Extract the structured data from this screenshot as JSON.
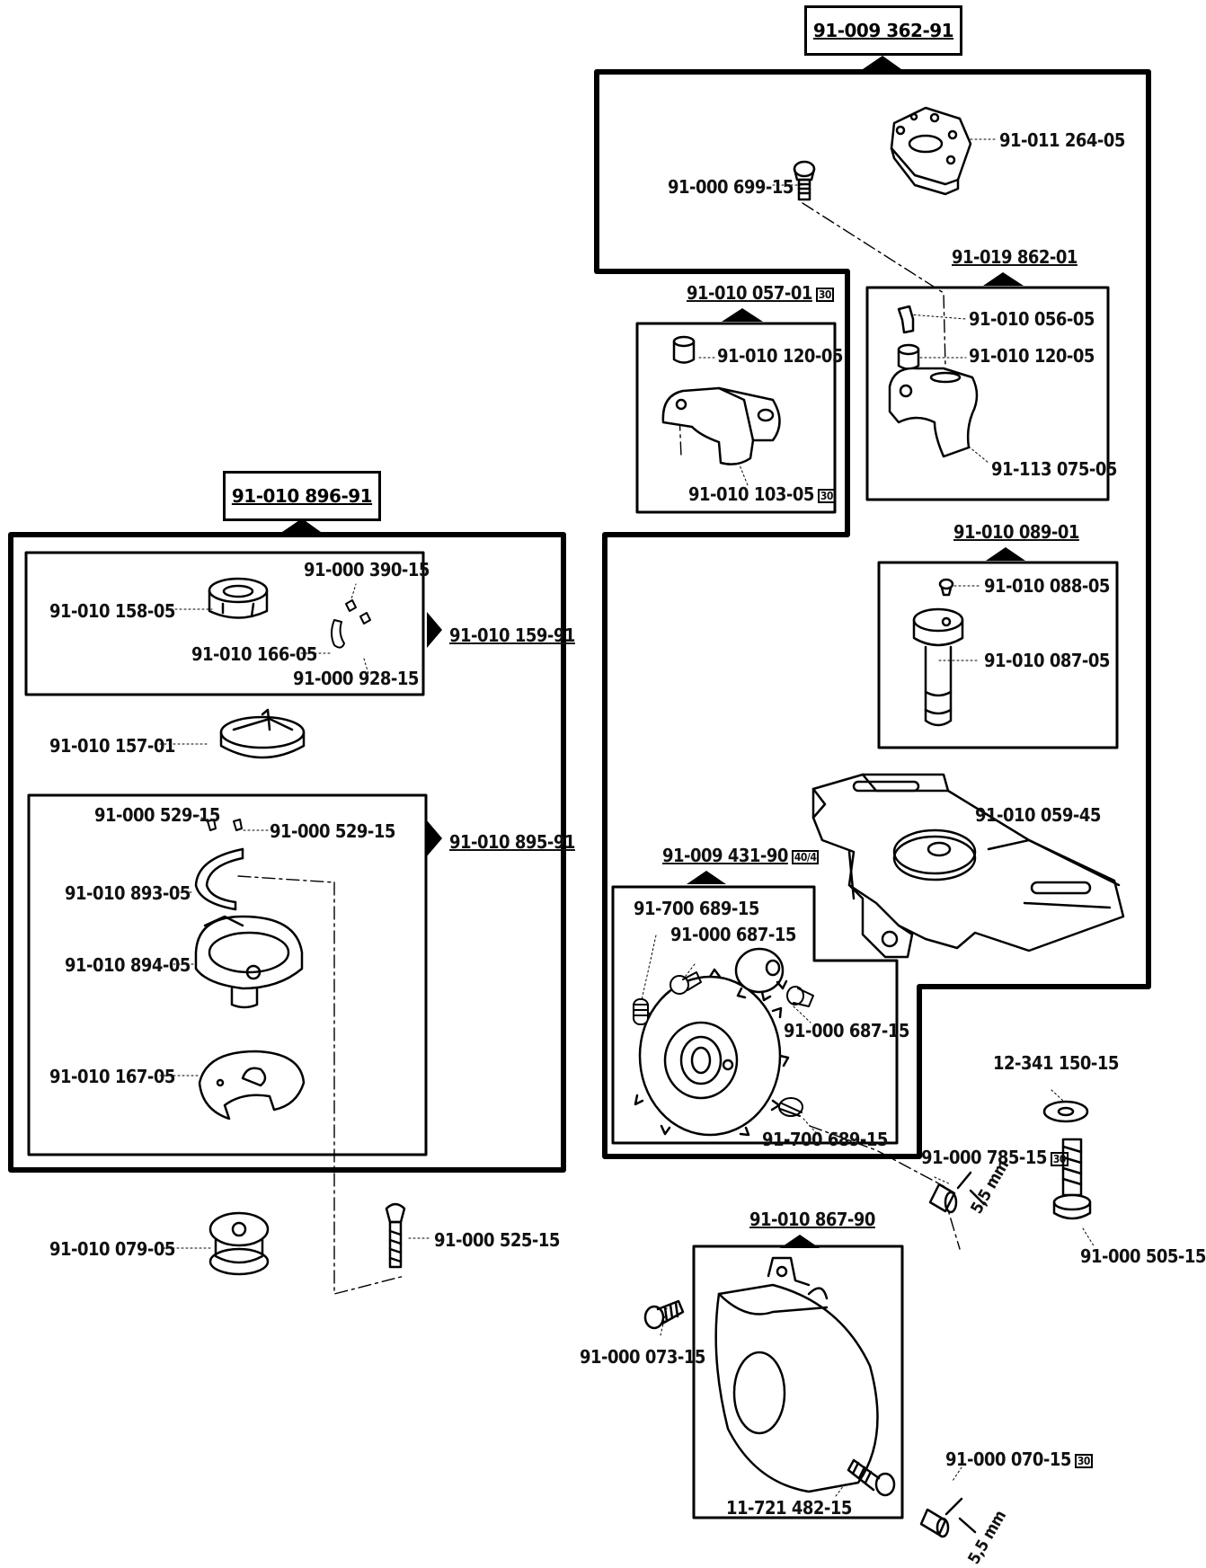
{
  "header_labels": {
    "top": "91-009 362-91",
    "left": "91-010 896-91",
    "g_057": "91-010 057-01",
    "g_862": "91-019 862-01",
    "g_089": "91-010 089-01",
    "g_431": "91-009 431-90",
    "g_867": "91-010 867-90",
    "side_159": "91-010 159-91",
    "side_895": "91-010 895-91"
  },
  "tags": {
    "t30": "30",
    "t404": "40/4"
  },
  "parts": {
    "p_264": "91-011 264-05",
    "p_699": "91-000 699-15",
    "p_056": "91-010 056-05",
    "p_120b": "91-010 120-05",
    "p_120a": "91-010 120-05",
    "p_075": "91-113 075-05",
    "p_103": "91-010 103-05",
    "p_088": "91-010 088-05",
    "p_087": "91-010 087-05",
    "p_059": "91-010 059-45",
    "p_158": "91-010 158-05",
    "p_390": "91-000 390-15",
    "p_166": "91-010 166-05",
    "p_928": "91-000 928-15",
    "p_157": "91-010 157-01",
    "p_529a": "91-000 529-15",
    "p_529b": "91-000 529-15",
    "p_893": "91-010 893-05",
    "p_894": "91-010 894-05",
    "p_167": "91-010 167-05",
    "p_689a": "91-700 689-15",
    "p_687a": "91-000 687-15",
    "p_687b": "91-000 687-15",
    "p_689b": "91-700 689-15",
    "p_150": "12-341 150-15",
    "p_785": "91-000 785-15",
    "p_505": "91-000 505-15",
    "p_079": "91-010 079-05",
    "p_525": "91-000 525-15",
    "p_073": "91-000 073-15",
    "p_482": "11-721 482-15",
    "p_070": "91-000 070-15"
  },
  "dims": {
    "d1": "5,5 mm",
    "d2": "5,5 mm"
  }
}
